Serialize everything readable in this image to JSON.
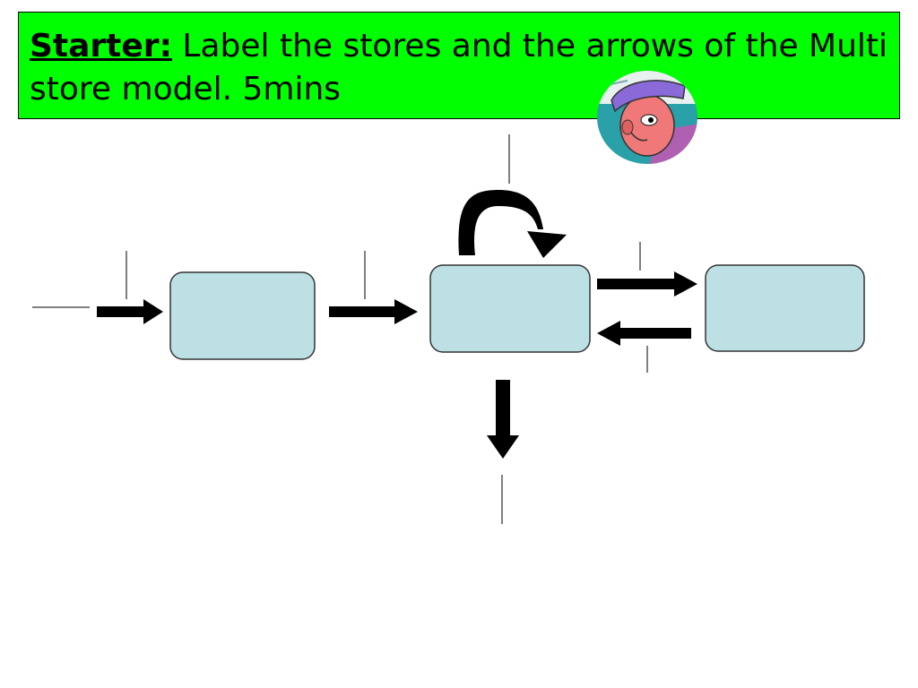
{
  "header": {
    "starter_label": "Starter:",
    "instruction": "Label the stores and the arrows of the Multi store model. 5mins",
    "background": "#00ff00"
  },
  "diagram": {
    "stores": [
      {
        "id": "store-1",
        "label": ""
      },
      {
        "id": "store-2",
        "label": ""
      },
      {
        "id": "store-3",
        "label": ""
      }
    ],
    "box_fill": "#bde0e4",
    "arrow_color": "#000000"
  },
  "icons": {
    "avatar": "cartoon-person-with-visor-icon"
  }
}
